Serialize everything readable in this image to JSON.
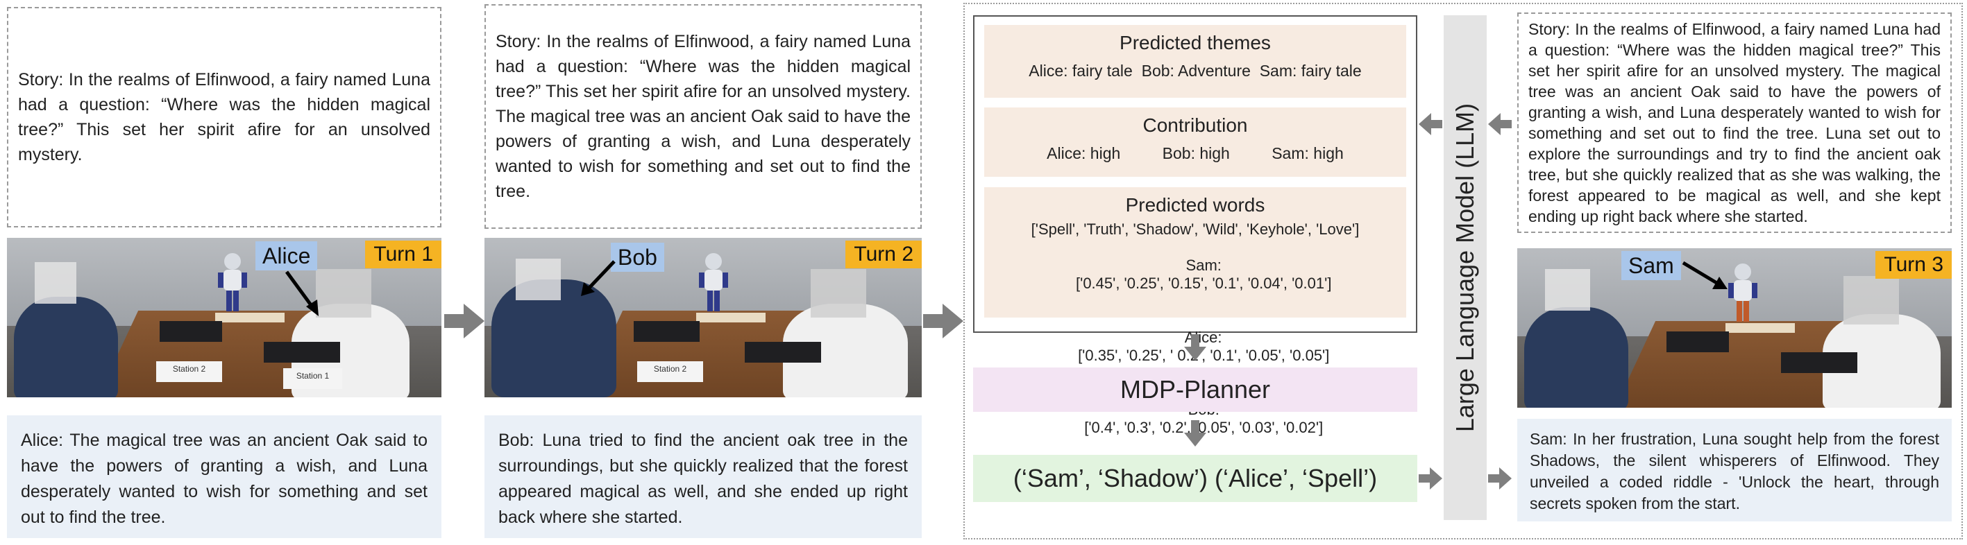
{
  "left_story": "Story: In the realms of Elfinwood, a fairy named Luna had a question: “Where was the hidden magical tree?” This set her spirit afire for an unsolved mystery.",
  "mid_story": "Story: In the realms of Elfinwood, a fairy named Luna had a question: “Where was the hidden magical tree?” This set her spirit afire for an unsolved mystery. The magical tree was an ancient Oak said to have the powers of granting a wish, and Luna desperately wanted to wish for something and set out to find the tree.",
  "right_story": "Story: In the realms of Elfinwood, a fairy named Luna had a question: “Where was the hidden magical tree?” This set her spirit afire for an unsolved mystery. The magical tree was an ancient Oak said to have the powers of granting a wish, and Luna desperately wanted to wish for something and set out to find the tree. Luna set out to explore the surroundings and try to find the ancient oak tree, but she quickly realized that as she was walking, the forest appeared to be magical as well, and she kept ending up right back where she started.",
  "turns": {
    "t1": {
      "label": "Turn 1",
      "name": "Alice",
      "station_left": "Station 2",
      "station_right": "Station 1"
    },
    "t2": {
      "label": "Turn 2",
      "name": "Bob",
      "station_left": "Station 2"
    },
    "t3": {
      "label": "Turn 3",
      "name": "Sam"
    }
  },
  "utterances": {
    "alice": "Alice: The magical tree was an ancient Oak said to have the powers of granting a wish, and Luna desperately wanted to wish for something and set out to find the tree.",
    "bob": "Bob: Luna tried to find the ancient oak tree in the surroundings, but she quickly realized that the forest appeared magical as well, and she ended up right back where she started.",
    "sam": "Sam: In her frustration, Luna sought help from the forest Shadows, the silent whisperers of Elfinwood. They unveiled a coded riddle - 'Unlock the heart, through secrets spoken from the start."
  },
  "themes": {
    "title": "Predicted themes",
    "alice": "Alice: fairy tale",
    "bob": "Bob: Adventure",
    "sam": "Sam: fairy tale"
  },
  "contribution": {
    "title": "Contribution",
    "alice": "Alice: high",
    "bob": "Bob: high",
    "sam": "Sam: high"
  },
  "words": {
    "title": "Predicted words",
    "header": "['Spell', 'Truth', 'Shadow', 'Wild', 'Keyhole', 'Love']",
    "sam_label": "Sam:",
    "sam": "['0.45', '0.25', '0.15', '0.1', '0.04', '0.01']",
    "alice_label": "Alice:",
    "alice": "['0.35', '0.25', ' 0.2', '0.1', '0.05', '0.05']",
    "bob_label": "Bob:",
    "bob": "['0.4', '0.3', '0.2', '0.05', '0.03', '0.02']"
  },
  "planner": "MDP-Planner",
  "plan_output": "(‘Sam’, ‘Shadow’) (‘Alice’, ‘Spell’)",
  "llm": "Large Language Model (LLM)",
  "colors": {
    "turn": "#f5b323",
    "name_box": "#a9c6ea",
    "utter_bg": "#eaf0f7",
    "panel_bg": "#f7ebe1",
    "planner_bg": "#f3e4f3",
    "output_bg": "#e2f4df",
    "llm_bg": "#e4e4e4",
    "arrow": "#7f7f7f"
  }
}
